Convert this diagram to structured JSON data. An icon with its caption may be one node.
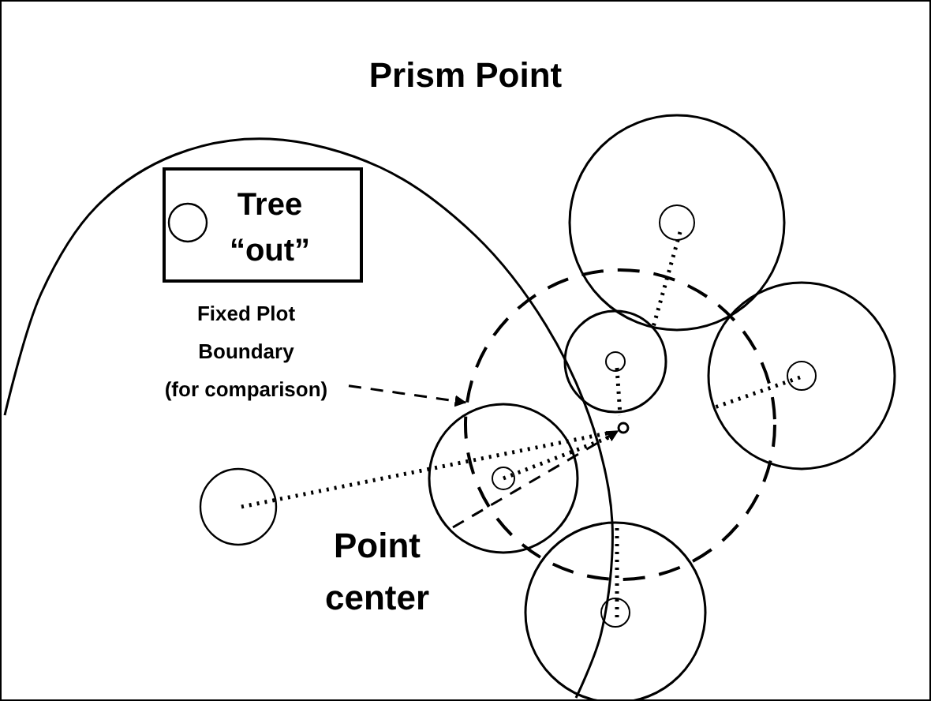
{
  "diagram": {
    "title": "Prism Point",
    "nodes": [
      {
        "text": [
          "Fixed Plot Boundary",
          "(for comparison)"
        ]
      },
      {
        "text": [],
        "shape": "circle"
      },
      {
        "text": [
          "Point center"
        ]
      },
      {
        "text": [],
        "shape": "circle",
        "in": 1
      }
    ],
    "edges": [
      {
        "from": 0,
        "to": 1,
        "arrow": "to",
        "style": "dashed"
      },
      {
        "from": 2,
        "to": 3,
        "arrow": "to",
        "style": "dashed"
      }
    ],
    "legend": [
      {
        "text": "Tree “out”"
      }
    ]
  }
}
